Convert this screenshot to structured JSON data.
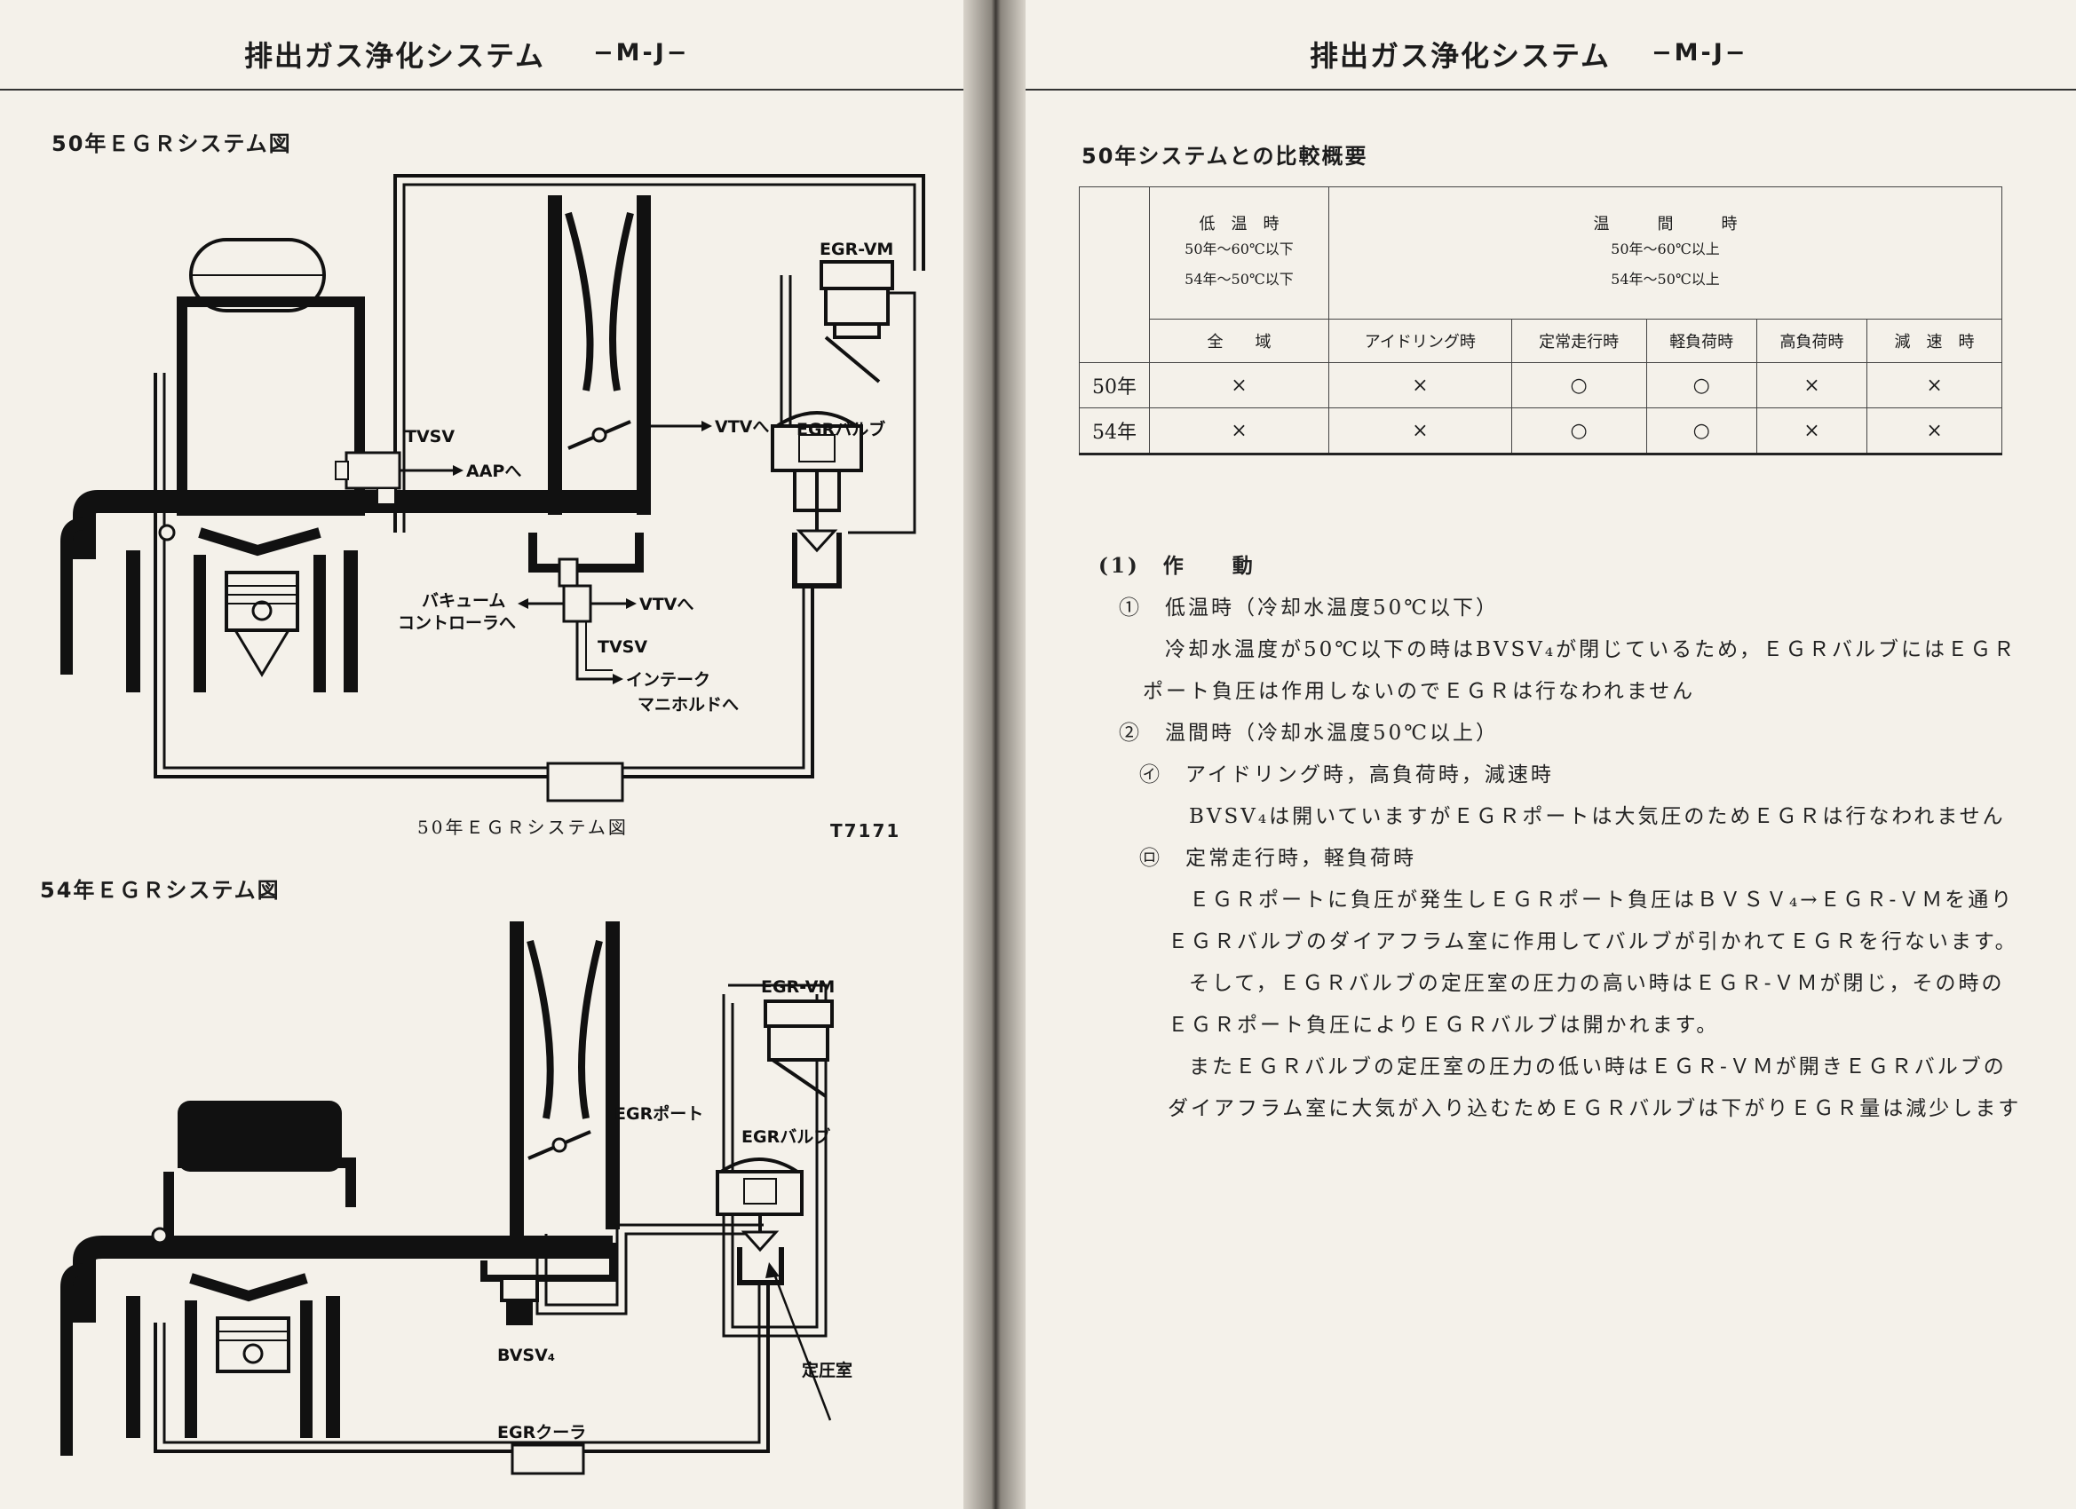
{
  "header": {
    "left_title": "排出ガス浄化システム",
    "left_code": "−M-J−",
    "right_title": "排出ガス浄化システム",
    "right_code": "−M-J−"
  },
  "left": {
    "fig1": {
      "heading": "50年ＥＧＲシステム図",
      "caption": "50年ＥＧＲシステム図",
      "figno": "T7171",
      "labels": {
        "egr_vm": "EGR-VM",
        "tvsv_top": "TVSV",
        "aap": "AAPへ",
        "vtv_top": "VTVへ",
        "egr_valve": "EGRバルブ",
        "vacuum_ctrl_1": "バキューム",
        "vacuum_ctrl_2": "コントローラへ",
        "vtv_bottom": "VTVへ",
        "tvsv_bottom": "TVSV",
        "intake_1": "インテーク",
        "intake_2": "マニホルドへ"
      }
    },
    "fig2": {
      "heading": "54年ＥＧＲシステム図",
      "labels": {
        "egr_vm": "EGR-VM",
        "egr_port": "EGRポート",
        "egr_valve": "EGRバルブ",
        "bvsv": "BVSV₄",
        "const_pressure": "定圧室",
        "egr_cooler": "EGRクーラ"
      }
    }
  },
  "right": {
    "section_title": "50年システムとの比較概要",
    "table": {
      "low_temp": "低　温　時",
      "low_temp_sub1": "50年～60℃以下",
      "low_temp_sub2": "54年～50℃以下",
      "warm": "温　　　間　　　時",
      "warm_sub1": "50年～60℃以上",
      "warm_sub2": "54年～50℃以上",
      "columns": [
        "全　　域",
        "アイドリング時",
        "定常走行時",
        "軽負荷時",
        "高負荷時",
        "減　速　時"
      ],
      "rows": [
        {
          "label": "50年",
          "cells": [
            "×",
            "×",
            "○",
            "○",
            "×",
            "×"
          ]
        },
        {
          "label": "54年",
          "cells": [
            "×",
            "×",
            "○",
            "○",
            "×",
            "×"
          ]
        }
      ]
    },
    "body": {
      "s1": "(1)　作　　動",
      "i1": "①　低温時（冷却水温度50℃以下）",
      "i1_t1": "冷却水温度が50℃以下の時はBVSV₄が閉じているため，ＥＧＲバルブにはＥＧＲ",
      "i1_t2": "ポート負圧は作用しないのでＥＧＲは行なわれません",
      "i2": "②　温間時（冷却水温度50℃以上）",
      "i2a": "㋑　アイドリング時，高負荷時，減速時",
      "i2a_t1": "BVSV₄は開いていますがＥＧＲポートは大気圧のためＥＧＲは行なわれません",
      "i2b": "㋺　定常走行時，軽負荷時",
      "i2b_t1": "ＥＧＲポートに負圧が発生しＥＧＲポート負圧はＢＶＳＶ₄→ＥＧＲ-ＶＭを通り",
      "i2b_t2": "ＥＧＲバルブのダイアフラム室に作用してバルブが引かれてＥＧＲを行ないます。",
      "i2b_t3": "そして，ＥＧＲバルブの定圧室の圧力の高い時はＥＧＲ-ＶＭが閉じ，その時の",
      "i2b_t4": "ＥＧＲポート負圧によりＥＧＲバルブは開かれます。",
      "i2b_t5": "またＥＧＲバルブの定圧室の圧力の低い時はＥＧＲ-ＶＭが開きＥＧＲバルブの",
      "i2b_t6": "ダイアフラム室に大気が入り込むためＥＧＲバルブは下がりＥＧＲ量は減少します"
    }
  }
}
